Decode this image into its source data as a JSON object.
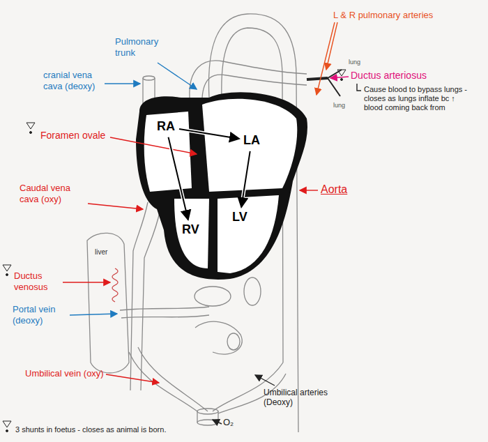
{
  "diagram": {
    "nodes": [
      {
        "text": [
          "RA"
        ]
      },
      {
        "text": [
          "LA"
        ]
      },
      {
        "text": [
          "RV"
        ]
      },
      {
        "text": [
          "LV"
        ]
      }
    ],
    "edges": [
      {
        "from": 0,
        "to": 2,
        "arrow": "to"
      },
      {
        "from": 0,
        "to": 1,
        "arrow": "to"
      },
      {
        "from": 1,
        "to": 3,
        "arrow": "to"
      }
    ],
    "labels": [
      "L & R pulmonary arteries",
      "Pulmonary trunk",
      "cranial vena cava (deoxy)",
      "lung",
      "Ductus arteriosus",
      "lung",
      "Cause blood to bypass lungs - closes as lungs inflate bc ↑ blood coming back from",
      "Foramen ovale",
      "Caudal vena cava (oxy)",
      "Aorta",
      "liver",
      "Ductus venosus",
      "Portal vein (deoxy)",
      "Umbilical vein (oxy)",
      "Umbilical arteries (Deoxy)",
      "O₂",
      "3 shunts in foetus - closes as animal is born."
    ]
  }
}
